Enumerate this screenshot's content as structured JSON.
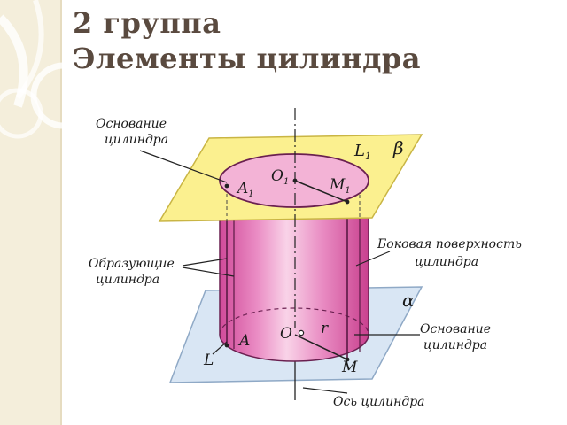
{
  "slide": {
    "title_line1": "2 группа",
    "title_line2": "Элементы цилиндра"
  },
  "diagram": {
    "labels": {
      "base_top": [
        "Основание",
        "цилиндра"
      ],
      "generators": [
        "Образующие",
        "цилиндра"
      ],
      "lateral": [
        "Боковая поверхность",
        "цилиндра"
      ],
      "base_bottom": [
        "Основание",
        "цилиндра"
      ],
      "axis": "Ось цилиндра"
    },
    "points": {
      "L1": "L",
      "L1_sub": "1",
      "beta": "β",
      "O1": "O",
      "O1_sub": "1",
      "M1": "M",
      "M1_sub": "1",
      "A1": "A",
      "A1_sub": "1",
      "alpha": "α",
      "O": "O",
      "r": "r",
      "A": "A",
      "L": "L",
      "M": "M"
    },
    "colors": {
      "plane_top": "#fbf08f",
      "plane_bottom": "#d9e6f4",
      "cylinder": "#e07bb6",
      "top_base": "#f3b3d6",
      "title": "#5a4a3f"
    }
  }
}
